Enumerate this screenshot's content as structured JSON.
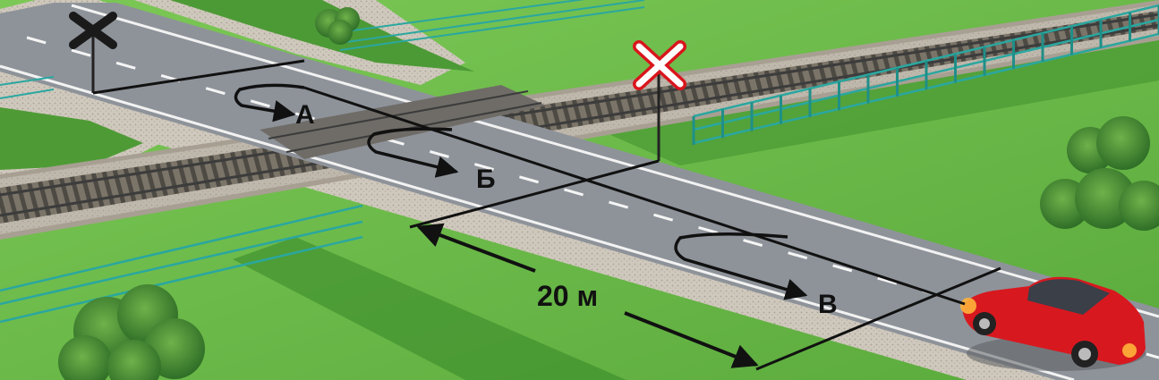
{
  "labels": {
    "a": "А",
    "b": "Б",
    "v": "В",
    "distance": "20 м"
  },
  "colors": {
    "grass": "#6fbf4a",
    "grass_dark": "#3f8f2e",
    "road": "#8d9298",
    "gravel": "#c9c2b6",
    "rail": "#5a5a5a",
    "fence": "#2aa7a0",
    "car": "#d8181f",
    "sign_red": "#d9151c",
    "sign_black": "#1a1a1a",
    "lines": "#111111"
  },
  "icons": {
    "crossing_sign_left": "black-cross-crossing-sign",
    "crossing_sign_right": "red-cross-crossing-sign",
    "car": "red-car-icon"
  }
}
